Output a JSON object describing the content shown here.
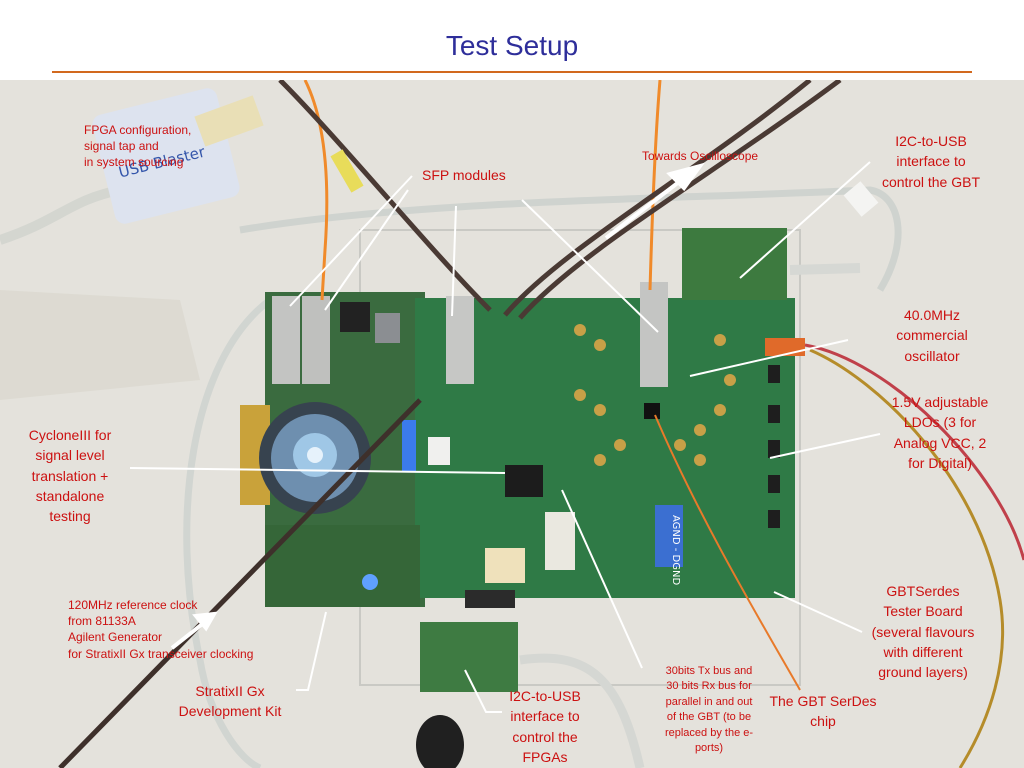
{
  "slide": {
    "title": "Test Setup"
  },
  "annotations": {
    "fpga_config": [
      "FPGA configuration,",
      "signal tap and",
      "in system sourcing"
    ],
    "sfp_modules": [
      "SFP modules"
    ],
    "towards_osc": [
      "Towards Oscilloscope"
    ],
    "i2c_gbt": [
      "I2C-to-USB",
      "interface to",
      "control the GBT"
    ],
    "oscillator": [
      "40.0MHz",
      "commercial",
      "oscillator"
    ],
    "ldos": [
      "1.5V adjustable",
      "LDOs (3 for",
      "Analog VCC, 2",
      "for Digital)"
    ],
    "cyclone": [
      "CycloneIII for",
      "signal level",
      "translation +",
      "standalone",
      "testing"
    ],
    "ref_clock": [
      "120MHz reference clock",
      "from 81133A",
      "Agilent Generator",
      "for StratixII Gx transceiver clocking"
    ],
    "stratix": [
      "StratixII Gx",
      "Development Kit"
    ],
    "i2c_fpga": [
      "I2C-to-USB",
      "interface to",
      "control the",
      "FPGAs"
    ],
    "bus": [
      "30bits Tx bus and",
      "30 bits Rx bus for",
      "parallel in and out",
      "of the GBT (to be",
      "replaced by the e-",
      "ports)"
    ],
    "serdes_chip": [
      "The GBT SerDes",
      "chip"
    ],
    "tester_board": [
      "GBTSerdes",
      "Tester Board",
      "(several flavours",
      "with different",
      "ground layers)"
    ]
  },
  "photo_text": {
    "usb_blaster_label": "USB Blaster",
    "board_marking": "AGND - DGND"
  },
  "colors": {
    "title": "#2e2e9a",
    "rule": "#d2691e",
    "annotation": "#cc1111",
    "pcb_green": "#2f6b3a",
    "pointer_lines": "#ffffff"
  }
}
